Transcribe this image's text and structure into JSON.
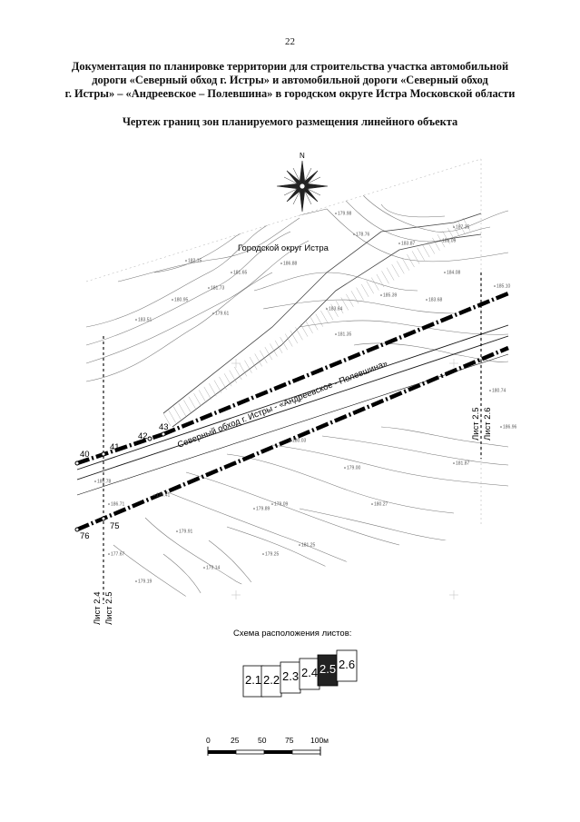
{
  "page_number": "22",
  "title_lines": [
    "Документация по планировке территории для строительства участка автомобильной",
    "дороги «Северный обход г. Истры» и автомобильной дороги «Северный обход",
    "г. Истры» – «Андреевское – Полевшина» в городском округе Истра Московской области"
  ],
  "drawing_title": "Чертеж границ зон планируемого размещения линейного объекта",
  "compass": {
    "north_label": "N"
  },
  "map": {
    "district_label": "Городской округ Истра",
    "road_label": "Северный обход г. Истры - «Андреевское - Полевшина»",
    "points": [
      "40",
      "41",
      "42",
      "43",
      "75",
      "76"
    ],
    "sheet_boundaries": [
      {
        "left": "Лист 2.4",
        "right": "Лист 2.5"
      },
      {
        "left": "Лист 2.5",
        "right": "Лист 2.6"
      }
    ],
    "elevations": [
      "182.15",
      "181.73",
      "180.95",
      "181.65",
      "183.51",
      "179.61",
      "181.35",
      "185.39",
      "183.68",
      "184.08",
      "185.10",
      "185.09",
      "187.35",
      "186.88",
      "183.64",
      "185.78",
      "186.71",
      "179.41",
      "179.91",
      "179.14",
      "179.89",
      "179.09",
      "180.03",
      "179.00",
      "181.87",
      "180.27",
      "181.25",
      "179.25",
      "177.67",
      "179.19",
      "179.98",
      "178.76",
      "183.87",
      "180.74",
      "186.96"
    ]
  },
  "sheet_scheme": {
    "label": "Схема расположения листов:",
    "sheets": [
      "2.1",
      "2.2",
      "2.3",
      "2.4",
      "2.5",
      "2.6"
    ],
    "highlighted": "2.5"
  },
  "scale_bar": {
    "ticks": [
      "0",
      "25",
      "50",
      "75",
      "100м"
    ]
  }
}
